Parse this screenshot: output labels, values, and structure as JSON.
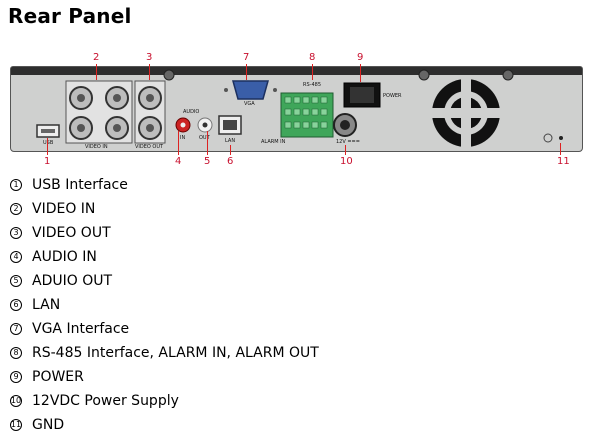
{
  "heading": "Rear Panel",
  "panel_labels": {
    "usb": "USB",
    "video_in": "VIDEO IN",
    "video_out": "VIDEO OUT",
    "audio": "AUDIO",
    "audio_in": "IN",
    "audio_out": "OUT",
    "lan": "LAN",
    "vga": "VGA",
    "rs485": "RS-485",
    "alarm_in": "ALARM IN",
    "power": "POWER",
    "dc": "12V ===",
    "ground": "⏚"
  },
  "callouts": [
    "1",
    "2",
    "3",
    "4",
    "5",
    "6",
    "7",
    "8",
    "9",
    "10",
    "11"
  ],
  "legend": [
    {
      "marker": "1",
      "text": "USB Interface"
    },
    {
      "marker": "2",
      "text": "VIDEO IN"
    },
    {
      "marker": "3",
      "text": "VIDEO OUT"
    },
    {
      "marker": "4",
      "text": "AUDIO IN"
    },
    {
      "marker": "5",
      "text": "ADUIO OUT"
    },
    {
      "marker": "6",
      "text": "LAN"
    },
    {
      "marker": "7",
      "text": "VGA Interface"
    },
    {
      "marker": "8",
      "text": "RS-485 Interface, ALARM IN, ALARM OUT"
    },
    {
      "marker": "9",
      "text": "POWER"
    },
    {
      "marker": "10",
      "text": "12VDC Power Supply"
    },
    {
      "marker": "11",
      "text": "GND"
    }
  ]
}
